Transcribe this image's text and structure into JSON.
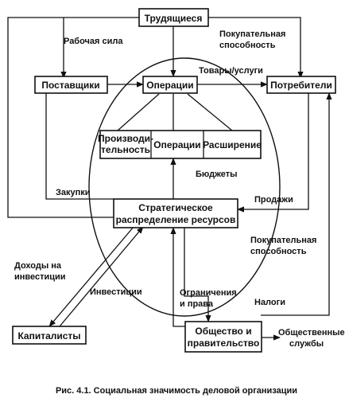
{
  "nodes": {
    "workers": "Трудящиеся",
    "suppliers": "Поставщики",
    "operations_main": "Операции",
    "consumers": "Потребители",
    "productivity_line1": "Производи-",
    "productivity_line2": "тельность",
    "operations_inner": "Операции",
    "expansion": "Расширение",
    "strategic_line1": "Стратегическое",
    "strategic_line2": "распределение ресурсов",
    "capitalists": "Капиталисты",
    "society_line1": "Общество и",
    "society_line2": "правительство"
  },
  "edges": {
    "labor_force": "Рабочая сила",
    "purchasing_power_top_line1": "Покупательная",
    "purchasing_power_top_line2": "способность",
    "goods_services": "Товары/услуги",
    "budgets": "Бюджеты",
    "purchases": "Закупки",
    "sales": "Продажи",
    "purchasing_power_right_line1": "Покупательная",
    "purchasing_power_right_line2": "способность",
    "investment_income_line1": "Доходы на",
    "investment_income_line2": "инвестиции",
    "investments": "Инвестиции",
    "limits_rights_line1": "Ограничения",
    "limits_rights_line2": "и права",
    "taxes": "Налоги",
    "public_services_line1": "Общественные",
    "public_services_line2": "службы"
  },
  "caption": "Рис. 4.1. Социальная значимость деловой организации"
}
